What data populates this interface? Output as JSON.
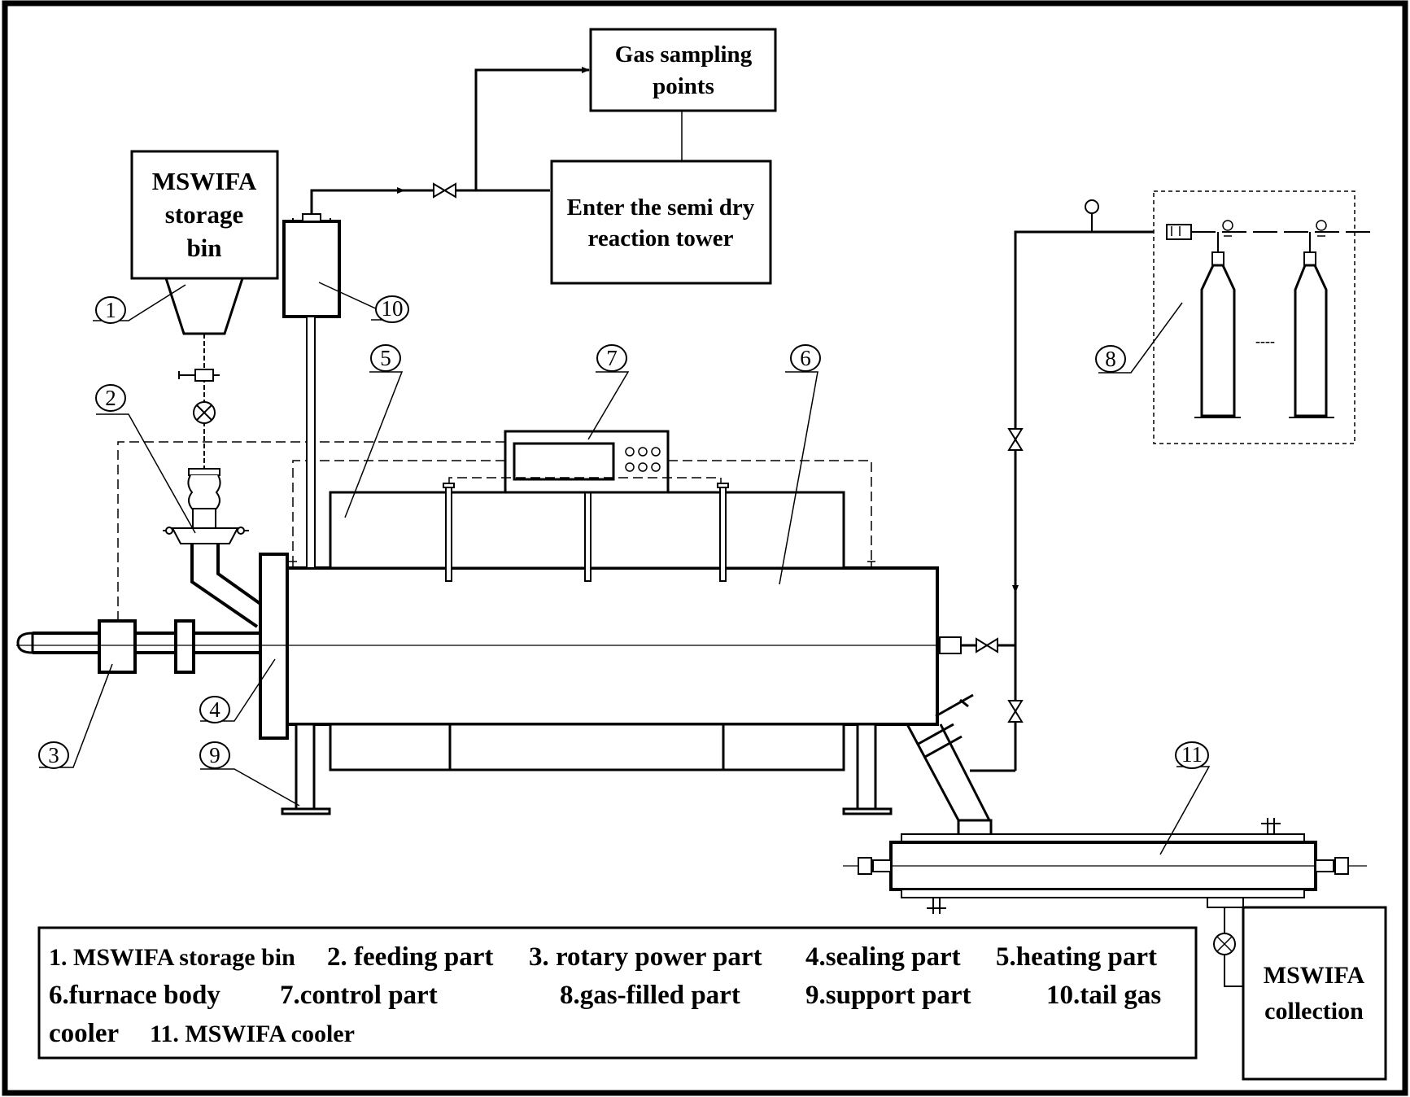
{
  "boxes": {
    "storage_bin": [
      "MSWIFA",
      "storage",
      "bin"
    ],
    "gas_sampling": [
      "Gas sampling",
      "points"
    ],
    "reaction_tower": [
      "Enter the semi dry",
      "reaction tower"
    ],
    "collection": [
      "MSWIFA",
      "collection"
    ]
  },
  "markers": [
    "1",
    "2",
    "3",
    "4",
    "5",
    "6",
    "7",
    "8",
    "9",
    "10",
    "11"
  ],
  "legend": {
    "line1": [
      "1. MSWIFA storage bin",
      "2. feeding part",
      "3. rotary power part",
      "4.sealing part",
      "5.heating part"
    ],
    "line2": [
      "6.furnace body",
      "7.control part",
      "8.gas-filled part",
      "9.support part",
      "10.tail gas"
    ],
    "line3": [
      "cooler",
      "11. MSWIFA cooler"
    ]
  },
  "misc": {
    "cylinder_ellipsis": "----"
  }
}
